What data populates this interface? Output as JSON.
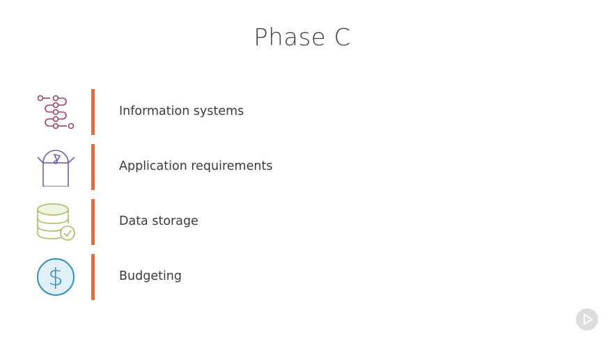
{
  "slide": {
    "title": "Phase C",
    "items": [
      {
        "label": "Information systems",
        "icon": "workflow-icon",
        "color": "#a23d63"
      },
      {
        "label": "Application requirements",
        "icon": "open-box-icon",
        "color": "#6a5fa8"
      },
      {
        "label": "Data storage",
        "icon": "database-check-icon",
        "color": "#9fbf5a"
      },
      {
        "label": "Budgeting",
        "icon": "dollar-coin-icon",
        "color": "#2b8fc0"
      }
    ],
    "accent": "#f26b2e"
  }
}
